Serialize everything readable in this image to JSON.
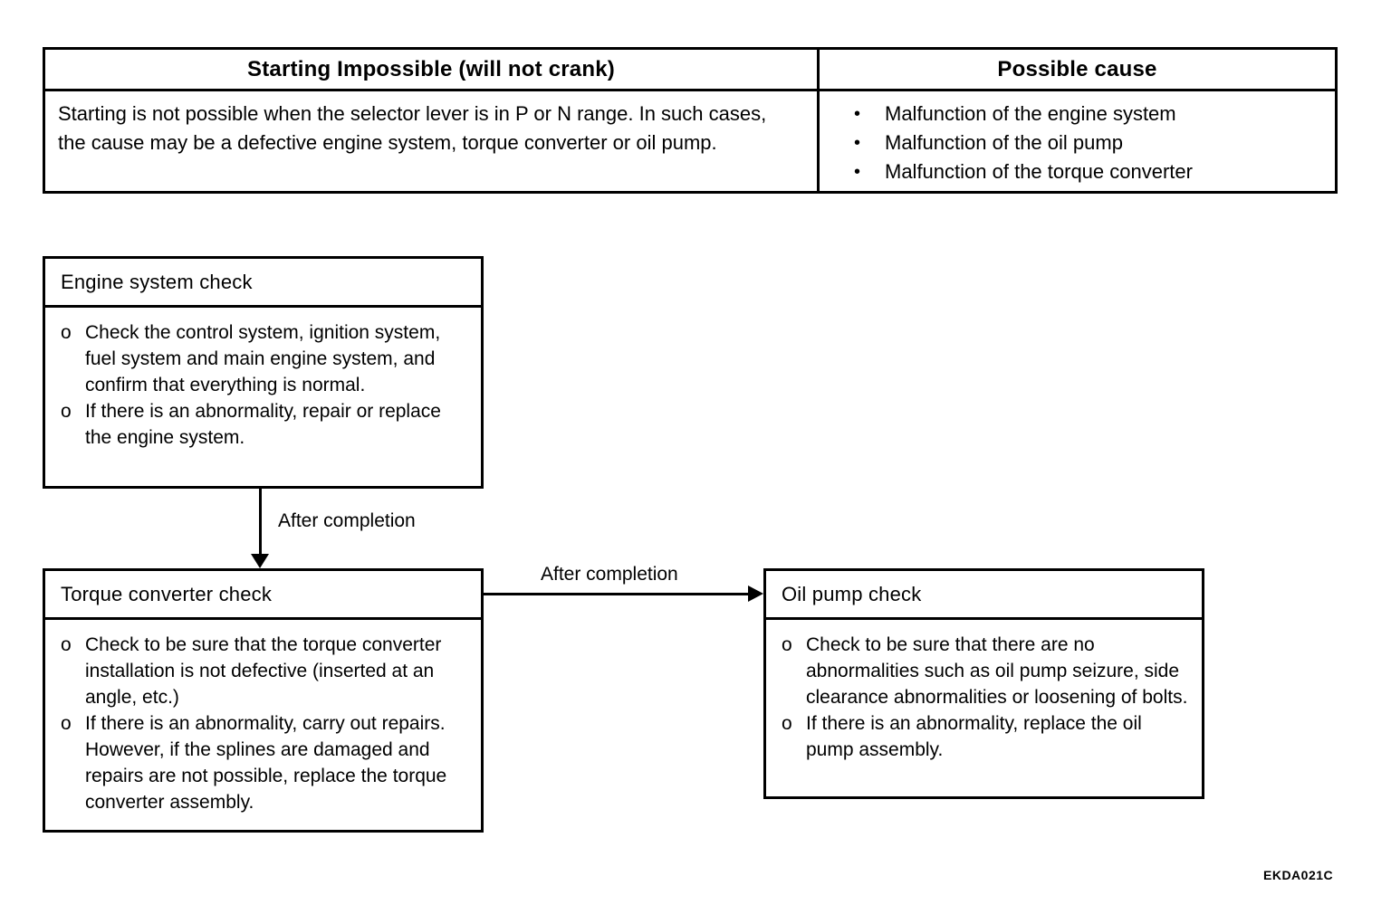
{
  "table": {
    "symptom_header": "Starting Impossible (will not crank)",
    "cause_header": "Possible cause",
    "symptom_text": "Starting is not possible when the selector lever is in P or N range.  In such cases, the cause may be a defective engine system, torque converter or oil pump.",
    "bullet_char": "•",
    "causes": [
      "Malfunction of the engine system",
      "Malfunction of the oil pump",
      "Malfunction of the torque converter"
    ]
  },
  "flowchart": {
    "item_marker": "o",
    "engine_check": {
      "title": "Engine system check",
      "items": [
        "Check the control system, ignition system, fuel system and main engine system, and confirm that everything is normal.",
        "If there is an abnormality, repair or replace the engine system."
      ]
    },
    "torque_check": {
      "title": "Torque converter check",
      "items": [
        "Check to be sure that the torque converter installation is not defective (inserted at an angle, etc.)",
        "If there is an abnormality, carry out repairs. However, if the splines are damaged and repairs are not possible, replace the torque converter assembly."
      ]
    },
    "oil_pump_check": {
      "title": "Oil pump check",
      "items": [
        "Check to be sure that there are no abnormalities such as oil pump seizure, side clearance abnormalities or loosening of bolts.",
        "If there is an abnormality, replace the oil pump assembly."
      ]
    },
    "arrow_label_vertical": "After completion",
    "arrow_label_horizontal": "After completion"
  },
  "figure_code": "EKDA021C",
  "colors": {
    "background": "#ffffff",
    "line": "#000000",
    "text": "#000000"
  }
}
